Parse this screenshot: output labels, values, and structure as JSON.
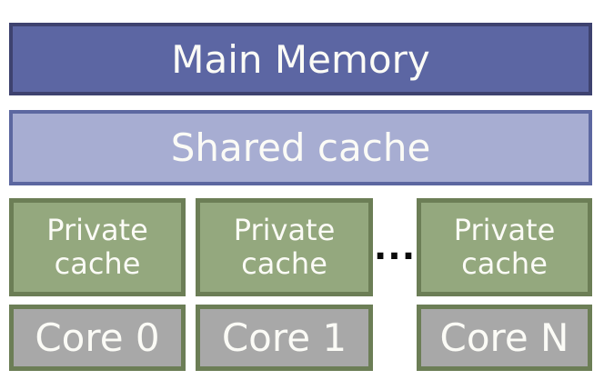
{
  "diagram": {
    "main_memory": {
      "label": "Main Memory"
    },
    "shared_cache": {
      "label": "Shared cache"
    },
    "private_caches": [
      {
        "label": "Private cache"
      },
      {
        "label": "Private cache"
      },
      {
        "label": "Private cache"
      }
    ],
    "cores": [
      {
        "label": "Core 0"
      },
      {
        "label": "Core 1"
      },
      {
        "label": "Core N"
      }
    ],
    "ellipsis": "..."
  },
  "colors": {
    "background": "#ffffff",
    "main_memory_fill": "#5c66a3",
    "main_memory_border": "#3e426f",
    "shared_cache_fill": "#a7add2",
    "shared_cache_border": "#5c67a0",
    "private_cache_fill": "#94a87e",
    "core_fill": "#a8a8a8",
    "cache_core_border": "#6c7e56",
    "text": "#fbfbf6",
    "ellipsis": "#0a0a0a"
  }
}
